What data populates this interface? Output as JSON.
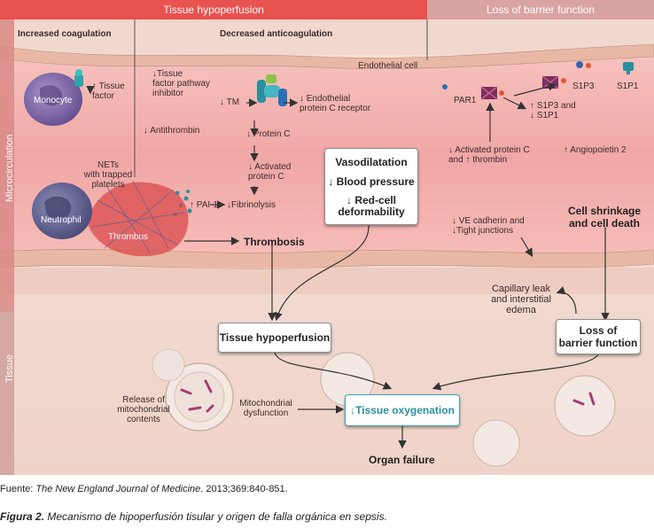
{
  "header": {
    "left_title": "Tissue hypoperfusion",
    "right_title": "Loss of barrier function"
  },
  "sections": {
    "increased_coagulation": "Increased coagulation",
    "decreased_anticoagulation": "Decreased anticoagulation",
    "microcirculation": "Microcirculation",
    "tissue": "Tissue"
  },
  "labels": {
    "monocyte": "Monocyte",
    "tissue_factor": "↑ Tissue\nfactor",
    "tfpi": "↓Tissue\nfactor pathway\ninhibitor",
    "antithrombin": "↓ Antithrombin",
    "tm": "↓ TM",
    "epcr": "↓ Endothelial\nprotein C receptor",
    "protein_c": "↓ Protein C",
    "activated_protein_c": "↓ Activated\nprotein C",
    "endothelial_cell": "Endothelial cell",
    "pai1": "↑ PAI-1",
    "fibrinolysis": "↓Fibrinolysis",
    "nets": "NETs\nwith trapped\nplatelets",
    "neutrophil": "Neutrophil",
    "thrombus": "Thrombus",
    "thrombosis": "Thrombosis",
    "par1": "PAR1",
    "s1p3_s1p1": "↑ S1P3 and\n↓ S1P1",
    "s1p3": "S1P3",
    "s1p1": "S1P1",
    "activated_pc_thrombin": "↓ Activated protein C\nand ↑ thrombin",
    "angiopoietin": "↑ Angiopoietin 2",
    "ve_cadherin": "↓ VE cadherin and\n↓Tight junctions",
    "cell_shrinkage": "Cell shrinkage\nand cell death",
    "capillary_leak": "Capillary leak\nand interstitial\nedema",
    "release_mito": "Release of\nmitochondrial\ncontents",
    "mito_dysfunction": "Mitochondrial\ndysfunction",
    "organ_failure": "Organ failure"
  },
  "boxes": {
    "vaso_1": "Vasodilatation",
    "vaso_2": "↓ Blood pressure",
    "vaso_3": "↓ Red-cell\ndeformability",
    "tissue_hypoperfusion": "Tissue hypoperfusion",
    "loss_barrier": "Loss of\nbarrier function",
    "tissue_oxygenation": "↓Tissue oxygenation"
  },
  "colors": {
    "band_left": "#e8524f",
    "band_right": "#d9a3a3",
    "vessel": "#f0a7a5",
    "tissue": "#f3dcd4",
    "oxygen_border": "#3aa3b4"
  },
  "captions": {
    "source_prefix": "Fuente: ",
    "source_journal": "The New England Journal of Medicine",
    "source_rest": ". 2013;369:840-851.",
    "figure_label": "Figura 2.",
    "figure_text": " Mecanismo de hipoperfusión tisular y origen de falla orgánica en sepsis."
  }
}
